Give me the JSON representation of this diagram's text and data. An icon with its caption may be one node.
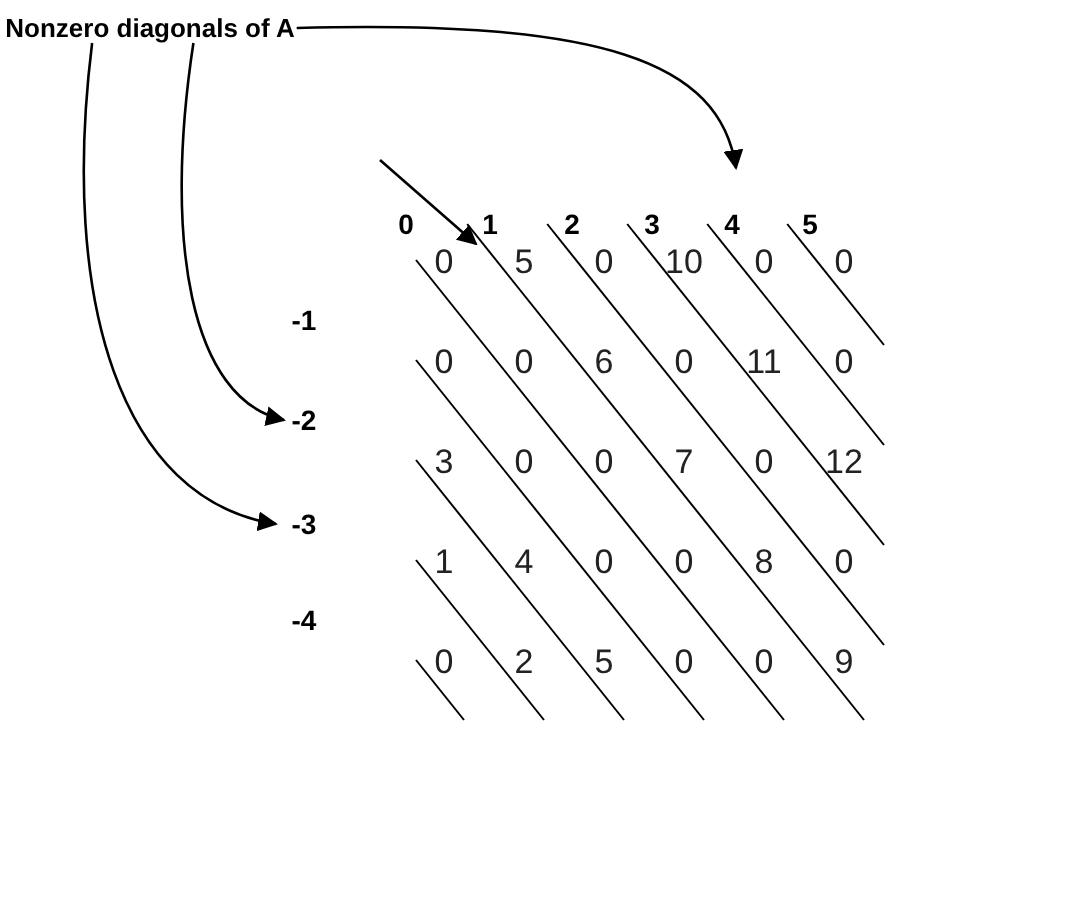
{
  "diagram": {
    "nodes": [
      {
        "text": [
          "Nonzero diagonals of A"
        ]
      },
      {
        "text": [
          "1"
        ]
      },
      {
        "text": [
          "3"
        ]
      },
      {
        "text": [
          "-2"
        ]
      },
      {
        "text": [
          "-3"
        ]
      }
    ],
    "edges": [
      {
        "from": null,
        "to": 1,
        "arrow": "to"
      },
      {
        "from": 0,
        "to": 2,
        "arrow": "to"
      },
      {
        "from": 0,
        "to": 3,
        "arrow": "to"
      },
      {
        "from": 0,
        "to": 4,
        "arrow": "to"
      }
    ],
    "labels": [
      "0",
      "2",
      "4",
      "5",
      "-1",
      "-4",
      "0",
      "5",
      "0",
      "10",
      "0",
      "0",
      "0",
      "0",
      "6",
      "0",
      "11",
      "0",
      "3",
      "0",
      "0",
      "7",
      "0",
      "12",
      "1",
      "4",
      "0",
      "0",
      "8",
      "0",
      "0",
      "2",
      "5",
      "0",
      "0",
      "9"
    ]
  }
}
